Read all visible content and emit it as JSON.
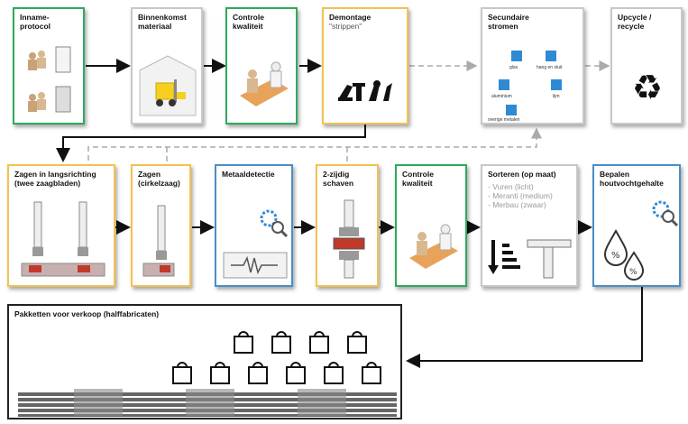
{
  "steps": {
    "inname": "Inname-\nprotocol",
    "binnenkomst": "Binnenkomst\nmateriaal",
    "controle1": "Controle\nkwaliteit",
    "demontage_title": "Demontage",
    "demontage_sub": "\"strippen\"",
    "secundair": "Secundaire\nstromen",
    "upcycle": "Upcycle /\nrecycle",
    "zagen_lang": "Zagen in langsrichting\n(twee zaagbladen)",
    "zagen_cirkel": "Zagen\n(cirkelzaag)",
    "metaal": "Metaaldetectie",
    "schaven": "2-zijdig\nschaven",
    "controle2": "Controle\nkwaliteit",
    "sorteren": "Sorteren (op maat)",
    "vocht": "Bepalen\nhoutvochtgehalte",
    "pakketten": "Pakketten voor verkoop (halffabricaten)"
  },
  "sorteren_list": [
    "- Vuren (licht)",
    "- Meranti (medium)",
    "- Merbau (zwaar)"
  ],
  "secundair_items": [
    "glas",
    "hang en sluit",
    "aluminium",
    "lijm",
    "overige metalen"
  ],
  "icons": [
    "person-icon",
    "door-icon",
    "warehouse-icon",
    "forklift-icon",
    "inspection-icon",
    "tools-icon",
    "cube-icon",
    "recycle-icon",
    "saw-blade-icon",
    "gear-icon",
    "metal-detector-icon",
    "planer-icon",
    "sort-icon",
    "ruler-icon",
    "moisture-icon",
    "package-icon"
  ],
  "colors": {
    "green": "#2eaa5c",
    "grey": "#c8c8c8",
    "yellow": "#f4c150",
    "blue": "#4a8ec9",
    "cube": "#2f8ad4"
  }
}
